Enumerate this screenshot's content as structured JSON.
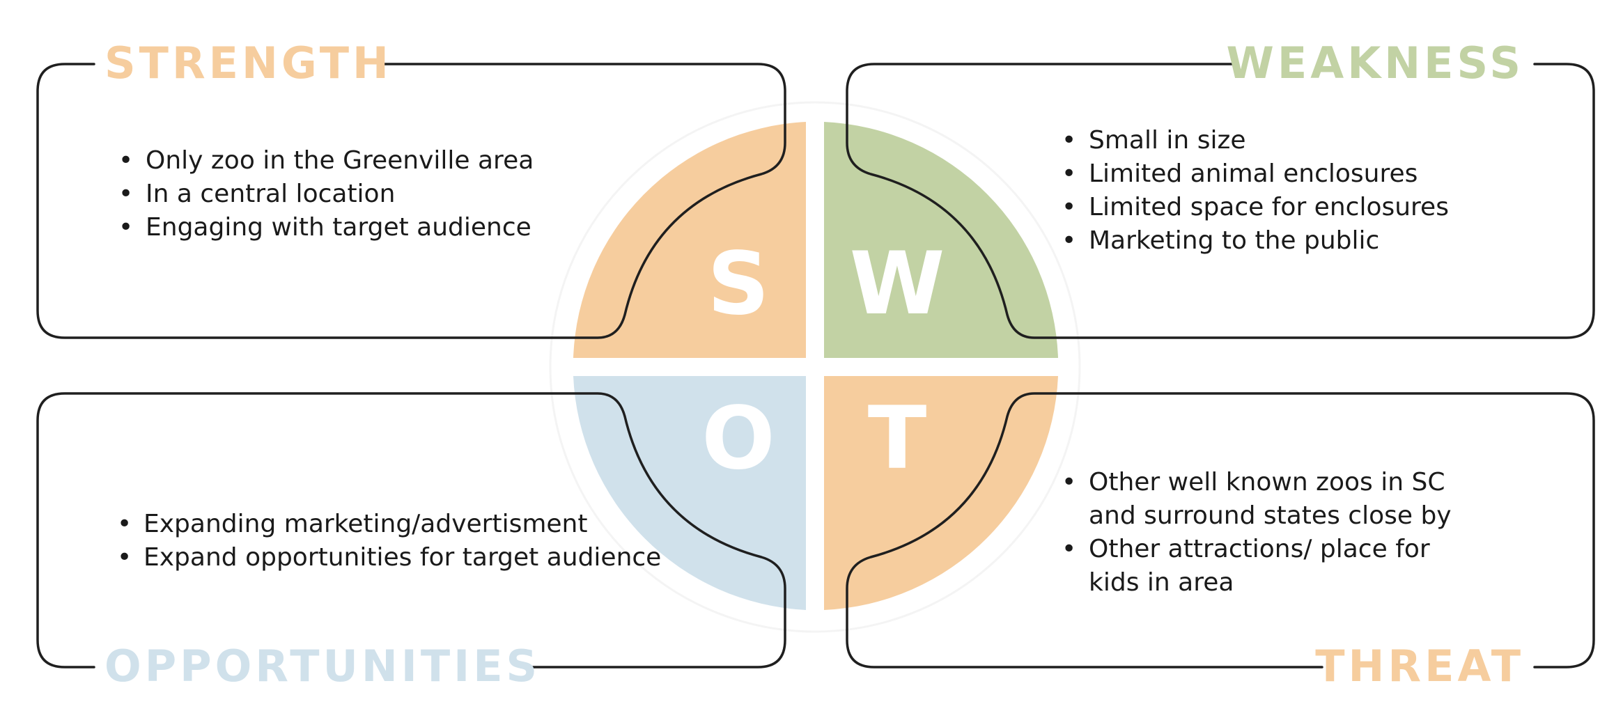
{
  "colors": {
    "strength": "#F6CD9E",
    "weakness": "#C2D2A4",
    "opportunities": "#D0E1EB",
    "threat": "#F6CD9E",
    "outline": "#1F1F1F",
    "text": "#1A1A1A"
  },
  "quadrants": {
    "strength": {
      "title": "STRENGTH",
      "letter": "S",
      "items": [
        "Only zoo in the Greenville area",
        "In a central location",
        "Engaging with target audience"
      ]
    },
    "weakness": {
      "title": "WEAKNESS",
      "letter": "W",
      "items": [
        "Small in size",
        "Limited animal enclosures",
        "Limited space for enclosures",
        "Marketing to the public"
      ]
    },
    "opportunities": {
      "title": "OPPORTUNITIES",
      "letter": "O",
      "items": [
        "Expanding marketing/advertisment",
        "Expand opportunities for target audience"
      ]
    },
    "threat": {
      "title": "THREAT",
      "letter": "T",
      "items": [
        "Other well known zoos in SC",
        "and surround states close by",
        "Other attractions/ place for",
        "kids in area"
      ]
    }
  }
}
